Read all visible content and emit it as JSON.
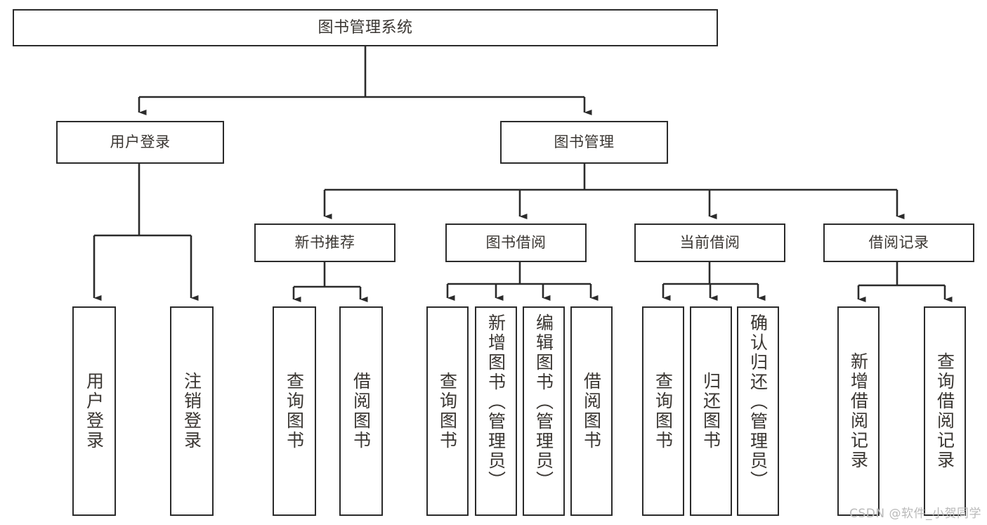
{
  "diagram": {
    "title": "图书管理系统",
    "watermark": "CSDN @软件_小贺同学",
    "colors": {
      "box_border": "#2b2b2b",
      "box_fill": "#ffffff",
      "text": "#3a3632",
      "connector": "#2b2b2b",
      "watermark": "#b9b9b9",
      "background": "#ffffff"
    },
    "root": {
      "label": "图书管理系统"
    },
    "level2": [
      {
        "label": "用户登录"
      },
      {
        "label": "图书管理"
      }
    ],
    "level3": [
      {
        "label": "新书推荐"
      },
      {
        "label": "图书借阅"
      },
      {
        "label": "当前借阅"
      },
      {
        "label": "借阅记录"
      }
    ],
    "leaves": {
      "user_login": [
        {
          "label": "用户登录"
        },
        {
          "label": "注销登录"
        }
      ],
      "new_book_recommend": [
        {
          "label": "查询图书"
        },
        {
          "label": "借阅图书"
        }
      ],
      "book_borrow": [
        {
          "label": "查询图书"
        },
        {
          "label": "新增图书（管理员）"
        },
        {
          "label": "编辑图书（管理员）"
        },
        {
          "label": "借阅图书"
        }
      ],
      "current_borrow": [
        {
          "label": "查询图书"
        },
        {
          "label": "归还图书"
        },
        {
          "label": "确认归还（管理员）"
        }
      ],
      "borrow_record": [
        {
          "label": "新增借阅记录"
        },
        {
          "label": "查询借阅记录"
        }
      ]
    }
  }
}
